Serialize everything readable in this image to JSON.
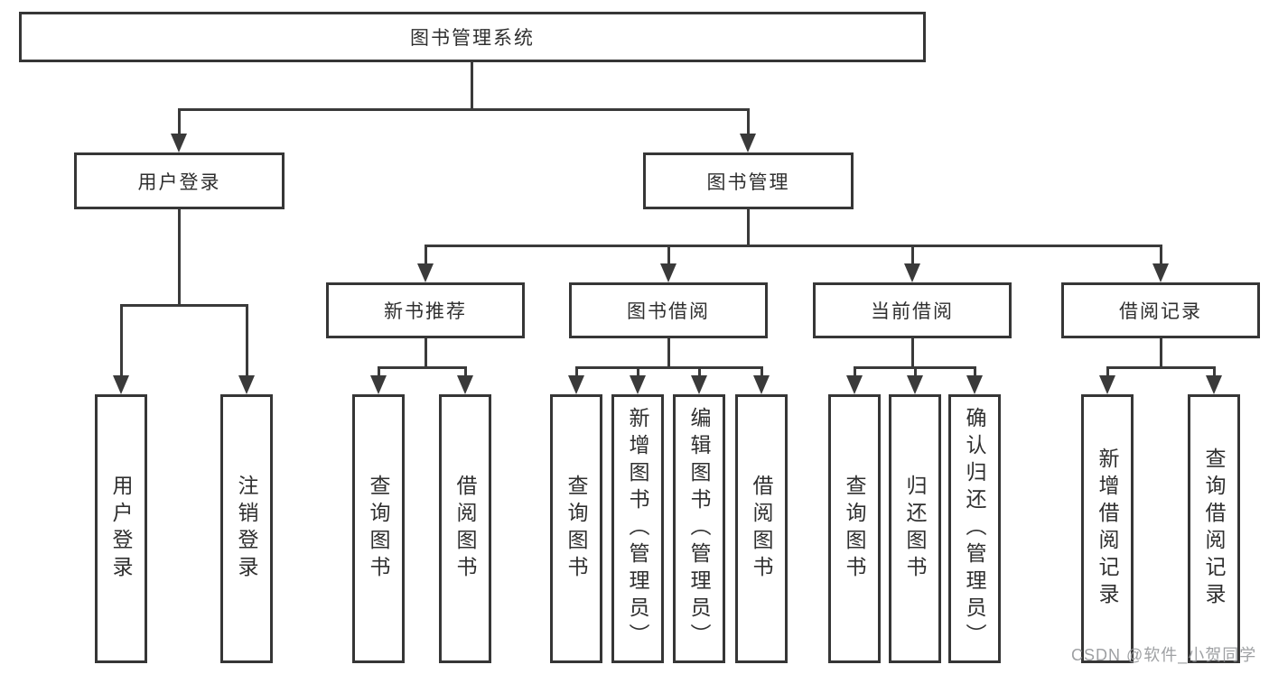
{
  "diagram": {
    "root": "图书管理系统",
    "level2": {
      "user_login": "用户登录",
      "book_mgmt": "图书管理"
    },
    "level3": {
      "new_book_rec": "新书推荐",
      "book_borrow": "图书借阅",
      "current_borrow": "当前借阅",
      "borrow_records": "借阅记录"
    },
    "leaves": {
      "user_login": "用户登录",
      "logout": "注销登录",
      "nb_query": "查询图书",
      "nb_borrow": "借阅图书",
      "bb_query": "查询图书",
      "bb_add": "新增图书（管理员）",
      "bb_edit": "编辑图书（管理员）",
      "bb_borrow": "借阅图书",
      "cb_query": "查询图书",
      "cb_return": "归还图书",
      "cb_confirm": "确认归还（管理员）",
      "br_add": "新增借阅记录",
      "br_query": "查询借阅记录"
    }
  },
  "watermark": "CSDN @软件_小贺同学",
  "colors": {
    "line": "#3a3a3a",
    "border": "#363636",
    "text": "#2f2f2f",
    "watermark": "#949699",
    "background": "#ffffff"
  }
}
